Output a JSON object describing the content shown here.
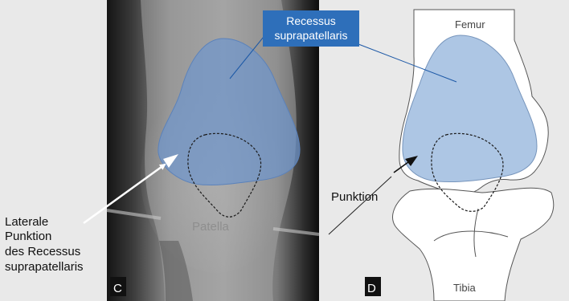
{
  "callout_recessus": {
    "line1": "Recessus",
    "line2": "suprapatellaris",
    "bg_color": "#2e6fba"
  },
  "left_annotation": {
    "lines": [
      "Laterale",
      "Punktion",
      "des Recessus",
      "suprapatellaris"
    ]
  },
  "panel_c": {
    "label": "C",
    "patella_label": "Patella"
  },
  "panel_d": {
    "label": "D",
    "femur_label": "Femur",
    "tibia_label": "Tibia",
    "punktion_label": "Punktion"
  },
  "colors": {
    "background": "#e9e9e9",
    "recessus_fill": "#6f95cc",
    "schematic_fill": "#a9c3e3",
    "bone_fill": "#ffffff"
  }
}
